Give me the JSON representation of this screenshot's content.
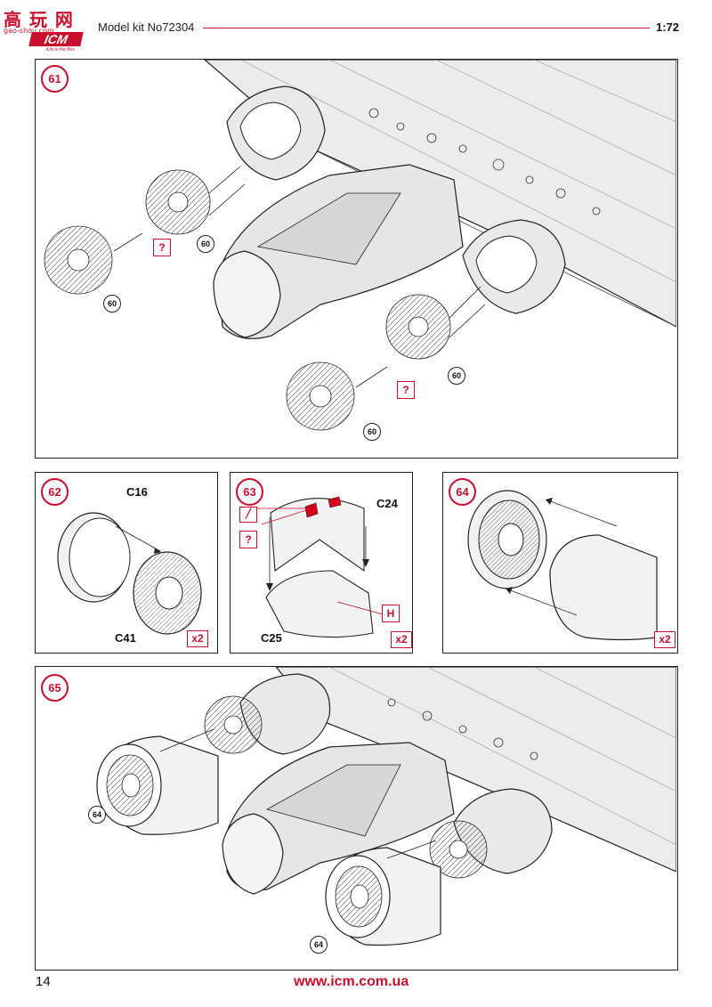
{
  "header": {
    "logo_cn": "高 玩 网",
    "logo_net": "gao-shou.com",
    "logo_brand": "ICM",
    "logo_slogan": "Kits in the Box",
    "kit_title": "Model kit No72304",
    "scale": "1:72"
  },
  "steps": {
    "s61": {
      "number": "61",
      "refs": [
        "60",
        "60",
        "60",
        "60"
      ],
      "query": "?"
    },
    "s62": {
      "number": "62",
      "part_top": "C16",
      "part_bottom": "C41",
      "qty": "x2"
    },
    "s63": {
      "number": "63",
      "part_top": "C24",
      "part_bottom": "C25",
      "color_code": "H",
      "query": "?",
      "qty": "x2"
    },
    "s64": {
      "number": "64",
      "qty": "x2"
    },
    "s65": {
      "number": "65",
      "refs": [
        "64",
        "64"
      ]
    }
  },
  "footer": {
    "page_number": "14",
    "website": "www.icm.com.ua"
  },
  "colors": {
    "accent_red": "#c8102e",
    "line": "#222222"
  }
}
